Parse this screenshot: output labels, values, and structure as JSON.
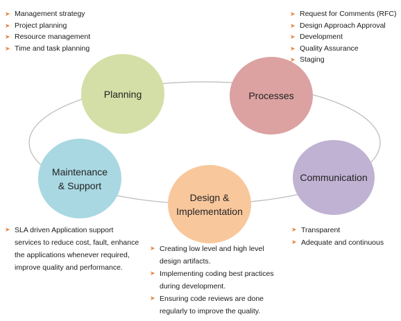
{
  "nodes": {
    "planning": "Planning",
    "processes": "Processes",
    "maintenance": "Maintenance & Support",
    "design": "Design & Implementation",
    "communication": "Communication"
  },
  "colors": {
    "planning": "#d3dfa6",
    "processes": "#dba2a1",
    "maintenance": "#a9d8e2",
    "design": "#f9c79c",
    "communication": "#c0b2d3",
    "ring": "#b8b8b8",
    "bullet": "#e8823a"
  },
  "bullet_icon": "arrow-right-icon",
  "lists": {
    "planning": [
      "Management strategy",
      "Project planning",
      "Resource management",
      "Time and task planning"
    ],
    "processes": [
      "Request for Comments (RFC)",
      "Design Approach Approval",
      "Development",
      "Quality Assurance",
      "Staging"
    ],
    "maintenance": [
      "SLA driven Application support services to reduce cost, fault, enhance the applications whenever required, improve quality and performance."
    ],
    "design": [
      "Creating low level and high level design artifacts.",
      "Implementing coding best practices during development.",
      "Ensuring code reviews are done regularly to improve the quality."
    ],
    "communication": [
      "Transparent",
      "Adequate and continuous"
    ]
  }
}
